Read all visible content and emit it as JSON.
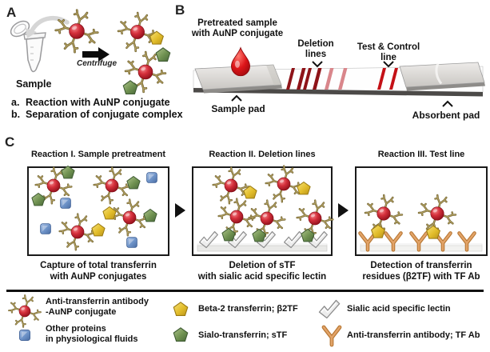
{
  "figure": {
    "panelA": {
      "letter": "A",
      "sample_label": "Sample",
      "centrifuge_label": "Centrifuge",
      "steps": [
        {
          "prefix": "a.",
          "text": "Reaction with AuNP conjugate"
        },
        {
          "prefix": "b.",
          "text": "Separation of conjugate complex"
        }
      ]
    },
    "panelB": {
      "letter": "B",
      "pretreated_line1": "Pretreated sample",
      "pretreated_line2": "with AuNP conjugate",
      "deletion_line1": "Deletion",
      "deletion_line2": "lines",
      "testcontrol_line1": "Test & Control",
      "testcontrol_line2": "line",
      "sample_pad": "Sample pad",
      "absorbent_pad": "Absorbent pad",
      "deletion_dark_line_count": 4,
      "deletion_pink_line_count": 2,
      "test_control_line_count": 2
    },
    "panelC": {
      "letter": "C",
      "reactions": [
        {
          "title": "Reaction I. Sample pretreatment",
          "caption_line1": "Capture of total transferrin",
          "caption_line2": "with AuNP conjugates"
        },
        {
          "title": "Reaction II. Deletion lines",
          "caption_line1": "Deletion of sTF",
          "caption_line2": "with sialic acid specific lectin"
        },
        {
          "title": "Reaction III. Test line",
          "caption_line1": "Detection of transferrin",
          "caption_line2": "residues (β2TF) with TF Ab"
        }
      ]
    },
    "legend": {
      "items": [
        {
          "icon": "aunp-conjugate",
          "line1": "Anti-transferrin antibody",
          "line2": "-AuNP conjugate"
        },
        {
          "icon": "other-protein",
          "line1": "Other proteins",
          "line2": "in physiological fluids"
        },
        {
          "icon": "beta2-transferrin",
          "line1": "Beta-2 transferrin; β2TF",
          "line2": ""
        },
        {
          "icon": "sialo-transferrin",
          "line1": "Sialo-transferrin; sTF",
          "line2": ""
        },
        {
          "icon": "lectin",
          "line1": "Sialic acid specific lectin",
          "line2": ""
        },
        {
          "icon": "tf-antibody",
          "line1": "Anti-transferrin antibody; TF Ab",
          "line2": ""
        }
      ]
    },
    "colors": {
      "aunp_red": "#c8242e",
      "antibody_tan": "#b3a263",
      "beta2tf_yellow": "#e2bd2a",
      "stf_green": "#6f9150",
      "other_protein_blue": "#6d92c7",
      "lectin_gray": "#ececec",
      "tfab_orange": "#e2a368",
      "deletion_dark_red": "#8e1318",
      "deletion_pink": "#d9868b",
      "test_line_red": "#c41016"
    }
  }
}
